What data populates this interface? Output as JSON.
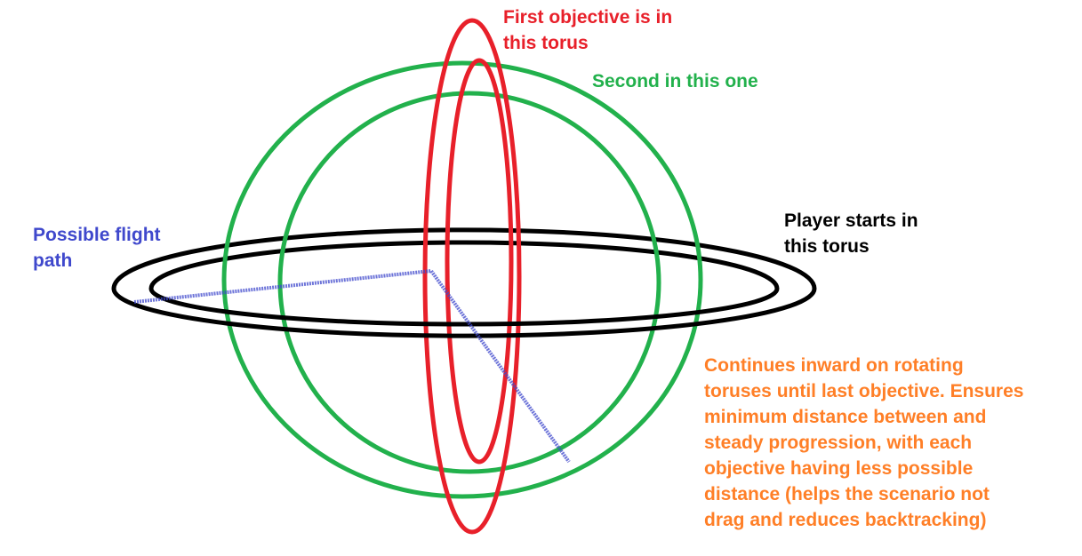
{
  "colors": {
    "red_torus": "#e8202a",
    "green_torus": "#22b14c",
    "black_torus": "#000000",
    "flight_path": "#3f48cc",
    "orange_note": "#ff7f27",
    "background": "#ffffff"
  },
  "labels": {
    "first_objective": [
      "First objective is in",
      "this torus"
    ],
    "second_objective": [
      "Second in this one"
    ],
    "player_start": [
      "Player starts in",
      "this torus"
    ],
    "flight_path": [
      "Possible flight",
      "path"
    ],
    "progression_note": [
      "Continues inward on rotating",
      "toruses until last objective. Ensures",
      "minimum distance between and",
      "steady progression, with each",
      "objective having less possible",
      "distance (helps the scenario not",
      "drag and reduces backtracking)"
    ]
  }
}
